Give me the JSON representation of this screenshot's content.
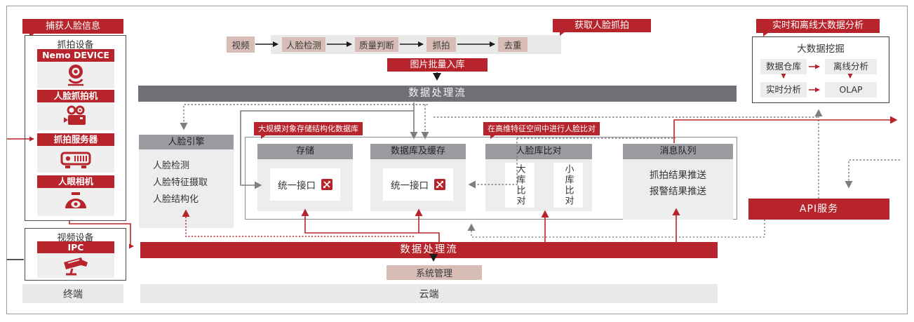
{
  "left": {
    "badge": "捕获人脸信息",
    "capture_box_title": "抓拍设备",
    "devices": [
      {
        "label": "Nemo DEVICE",
        "icon": "webcam-icon"
      },
      {
        "label": "人脸抓拍机",
        "icon": "camcorder-icon"
      },
      {
        "label": "抓拍服务器",
        "icon": "server-icon"
      },
      {
        "label": "人眼相机",
        "icon": "dome-camera-icon"
      }
    ],
    "video_box_title": "视频设备",
    "video_device": {
      "label": "IPC",
      "icon": "cctv-camera-icon"
    }
  },
  "pipeline": {
    "steps": [
      "视频",
      "人脸检测",
      "质量判断",
      "抓拍",
      "去重"
    ],
    "capture_badge": "获取人脸抓拍",
    "batch_badge": "图片批量入库"
  },
  "flow_bars": {
    "top": "数据处理流",
    "bottom": "数据处理流"
  },
  "engine": {
    "title": "人脸引擎",
    "items": [
      "人脸检测",
      "人脸特征摄取",
      "人脸结构化"
    ]
  },
  "callouts": {
    "storage": "大规模对象存储结构化数据库",
    "compare": "在高维特征空间中进行人脸比对"
  },
  "panels": {
    "storage": {
      "title": "存储",
      "interface_label": "统一接口",
      "interface_icon": "swap-arrows-icon"
    },
    "database": {
      "title": "数据库及缓存",
      "interface_label": "统一接口",
      "interface_icon": "swap-arrows-icon"
    },
    "compare": {
      "title": "人脸库比对",
      "items": [
        "大库比对",
        "小库比对"
      ]
    },
    "queue": {
      "title": "消息队列",
      "items": [
        "抓拍结果推送",
        "报警结果推送"
      ]
    }
  },
  "bigdata": {
    "badge": "实时和离线大数据分析",
    "title": "大数据挖掘",
    "warehouse": "数据仓库",
    "offline": "离线分析",
    "realtime": "实时分析",
    "olap": "OLAP"
  },
  "api_label": "API服务",
  "system_label": "系统管理",
  "zones": {
    "terminal": "终端",
    "cloud": "云端"
  },
  "colors": {
    "red": "#b8242b",
    "dark_flow_bar": "#707076",
    "panel_header": "#9b9ba2",
    "panel_body": "#ededee",
    "pink": "#d8bcb6",
    "zone_gray": "#e9e9ea"
  }
}
